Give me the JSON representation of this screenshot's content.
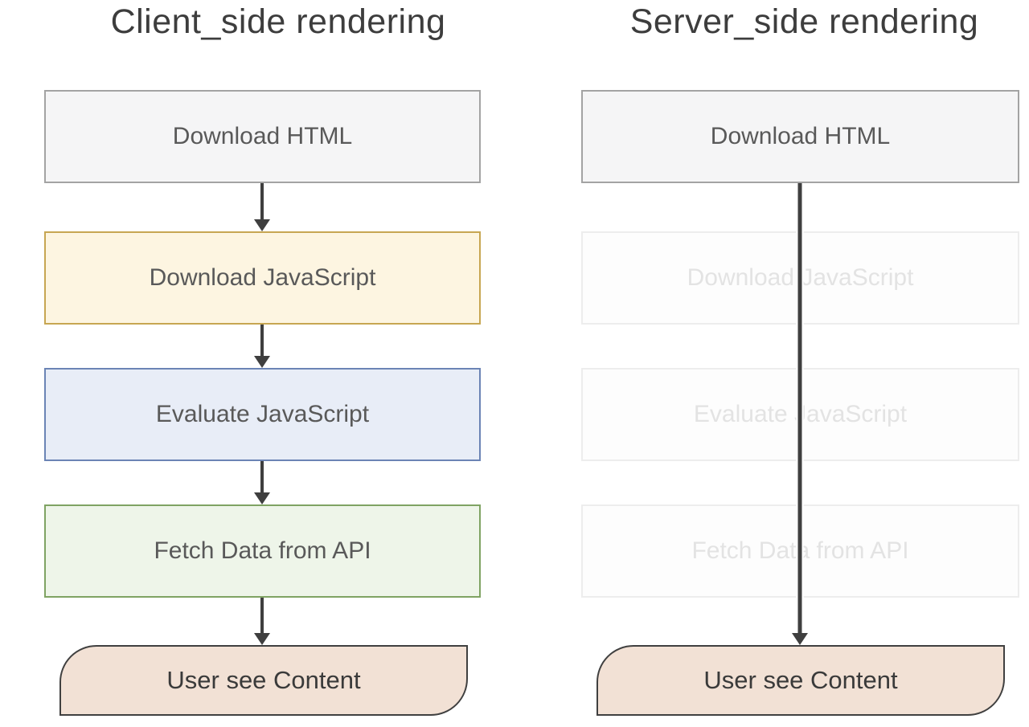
{
  "diagram": {
    "left_column": {
      "title": "Client_side rendering",
      "steps": [
        {
          "label": "Download HTML",
          "style": "gray"
        },
        {
          "label": "Download JavaScript",
          "style": "yellow"
        },
        {
          "label": "Evaluate JavaScript",
          "style": "blue"
        },
        {
          "label": "Fetch Data from API",
          "style": "green"
        },
        {
          "label": "User see Content",
          "style": "peach"
        }
      ],
      "arrows": 4
    },
    "right_column": {
      "title": "Server_side rendering",
      "steps": [
        {
          "label": "Download HTML",
          "style": "gray"
        },
        {
          "label": "Download JavaScript",
          "style": "faded"
        },
        {
          "label": "Evaluate JavaScript",
          "style": "faded"
        },
        {
          "label": "Fetch Data from API",
          "style": "faded"
        },
        {
          "label": "User see Content",
          "style": "peach"
        }
      ],
      "arrows": 1
    },
    "palette": {
      "background": "#ffffff",
      "title_text": "#3d3d3d",
      "box_text": "#595959",
      "faded_text": "#e3e3e3",
      "arrow": "#3f3f3f",
      "gray_fill": "#f5f5f6",
      "gray_border": "#a3a3a3",
      "yellow_fill": "#fdf5e1",
      "yellow_border": "#c7a652",
      "blue_fill": "#e8edf7",
      "blue_border": "#6b84b5",
      "green_fill": "#eef5e9",
      "green_border": "#7fa363",
      "peach_fill": "#f2e1d5",
      "peach_border": "#404040",
      "faded_fill": "#fdfdfd",
      "faded_border": "#ededed"
    }
  }
}
